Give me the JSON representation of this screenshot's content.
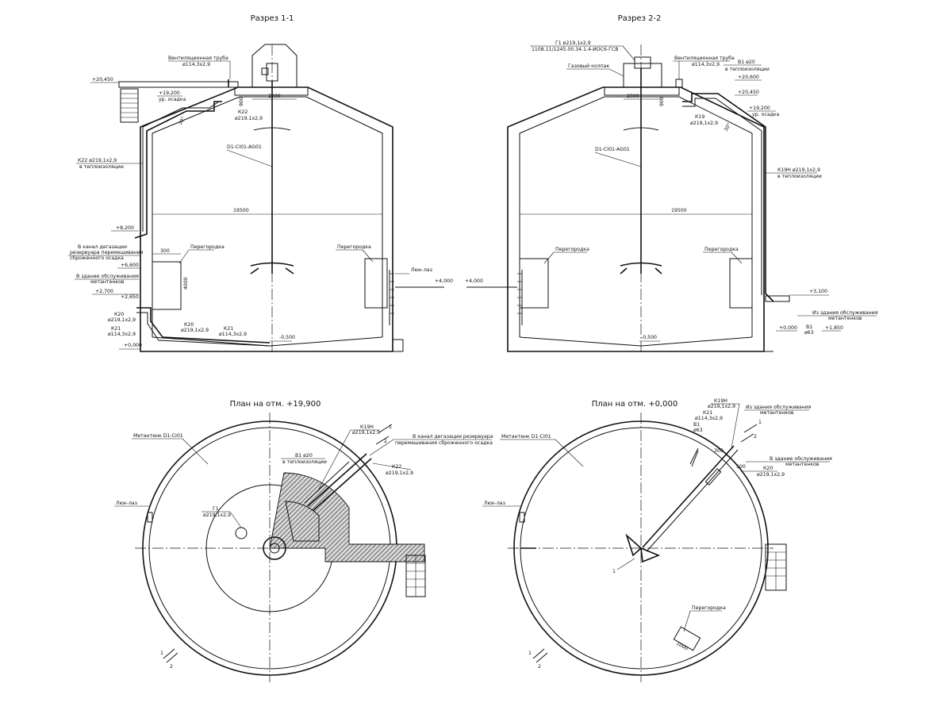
{
  "titles": {
    "section_1_1": "Разрез 1-1",
    "section_2_2": "Разрез 2-2",
    "plan_19900": "План на отм. +19,900",
    "plan_0000": "План на отм. +0,000"
  },
  "section_1_1": {
    "vent_pipe": "Вентиляционная труба",
    "vent_pipe_dim": "ø114,3х2,9",
    "elev_20450": "+20,450",
    "elev_19200": "+19,200",
    "sludge_level": "ур. осадка",
    "k22": "К22",
    "k22_dim": "ø219,1х2,9",
    "k22_insul": "К22 ø219,1х2,9",
    "insulated": "в теплоизоляции",
    "dim_2000": "2000",
    "dim_900": "900",
    "angle": "30°",
    "mixer": "D1-CI01-AG01",
    "diameter": "19500",
    "elev_8200": "+8,200",
    "channel_1": "В канал дегазации",
    "channel_2": "резервуара перемешивания",
    "channel_3": "сброженного осадка",
    "elev_6600": "+6,600",
    "dim_300": "300",
    "partition": "Перегородка",
    "dim_4000": "4000",
    "partition_right": "Перегородка",
    "hatch": "Люк-лаз",
    "elev_4000": "+4,000",
    "to_bldg_1": "В здание обслуживания",
    "to_bldg_2": "метантенков",
    "elev_2700": "+2,700",
    "elev_2650": "+2,650",
    "k20": "К20",
    "k20_dim": "ø219,1х2,9",
    "k21": "К21",
    "k21_dim": "ø114,3х2,9",
    "elev_0000": "+0,000",
    "k20b": "К20",
    "k20b_dim": "ø219,1х2,9",
    "k21b": "К21",
    "k21b_dim": "ø114,3х2,9",
    "elev_m0500": "-0,500"
  },
  "section_2_2": {
    "g1_line": "Г1 ø219,1х2,9",
    "g1_ref": "1108.11/1245.00.34.1.4-ИОС6-ГСВ",
    "gas_dome": "Газовый колпак",
    "vent_pipe": "Вентиляционная труба",
    "vent_pipe_dim": "ø114,3х2,9",
    "v1": "В1 ø20",
    "insulated": "в теплоизоляции",
    "elev_20600": "+20,600",
    "elev_20450": "+20,450",
    "elev_19200": "+19,200",
    "sludge_level": "ур. осадка",
    "dim_2000": "2000",
    "dim_900": "900",
    "k19": "К19",
    "k19_dim": "ø219,1х2,9",
    "angle": "30°",
    "mixer": "D1-CI01-AG01",
    "k19h": "К19Н ø219,1х2,9",
    "k19h_insul": "в теплоизоляции",
    "diameter": "19500",
    "partition_left": "Перегородка",
    "partition_right": "Перегородка",
    "elev_4000": "+4,000",
    "elev_3100": "+3,100",
    "from_bldg_1": "Из здания обслуживания",
    "from_bldg_2": "метантенков",
    "elev_0000": "+0,000",
    "v1b": "В1",
    "v1b_dim": "ø63",
    "elev_1850": "+1,850",
    "elev_m0500": "-0,500"
  },
  "plan_19900": {
    "tank": "Метантенк D1-CI01",
    "hatch": "Люк-лаз",
    "k19h": "К19Н",
    "k19h_dim": "ø219,1х2,9",
    "v1": "В1 ø20",
    "v1_insul": "в теплоизоляции",
    "channel_1": "В канал дегазации резервуара",
    "channel_2": "перемешивания сброженного осадка",
    "k22": "К22",
    "k22_dim": "ø219,1х2,9",
    "g1": "Г1",
    "g1_dim": "ø219,1х2,9",
    "cut1": "1",
    "cut2": "2",
    "cut1b": "1",
    "cut2b": "2"
  },
  "plan_0000": {
    "tank": "Метантенк D1-CI01",
    "hatch": "Люк-лаз",
    "k19h": "К19Н",
    "k19h_dim": "ø219,1х2,9",
    "k21": "К21",
    "k21_dim": "ø114,3х2,9",
    "v1": "В1",
    "v1_dim": "ø63",
    "from_bldg_1": "Из здания обслуживания",
    "from_bldg_2": "метантенков",
    "to_bldg_1": "В здание обслуживания",
    "to_bldg_2": "метантенков",
    "k20": "К20",
    "k20_dim": "ø219,1х2,9",
    "partition": "Перегородка",
    "dim_1000": "1000",
    "dim_500": "500",
    "dim_300": "300",
    "mixer_tag": "1",
    "cut1": "1",
    "cut2": "2",
    "cut1b": "1",
    "cut2b": "2"
  }
}
